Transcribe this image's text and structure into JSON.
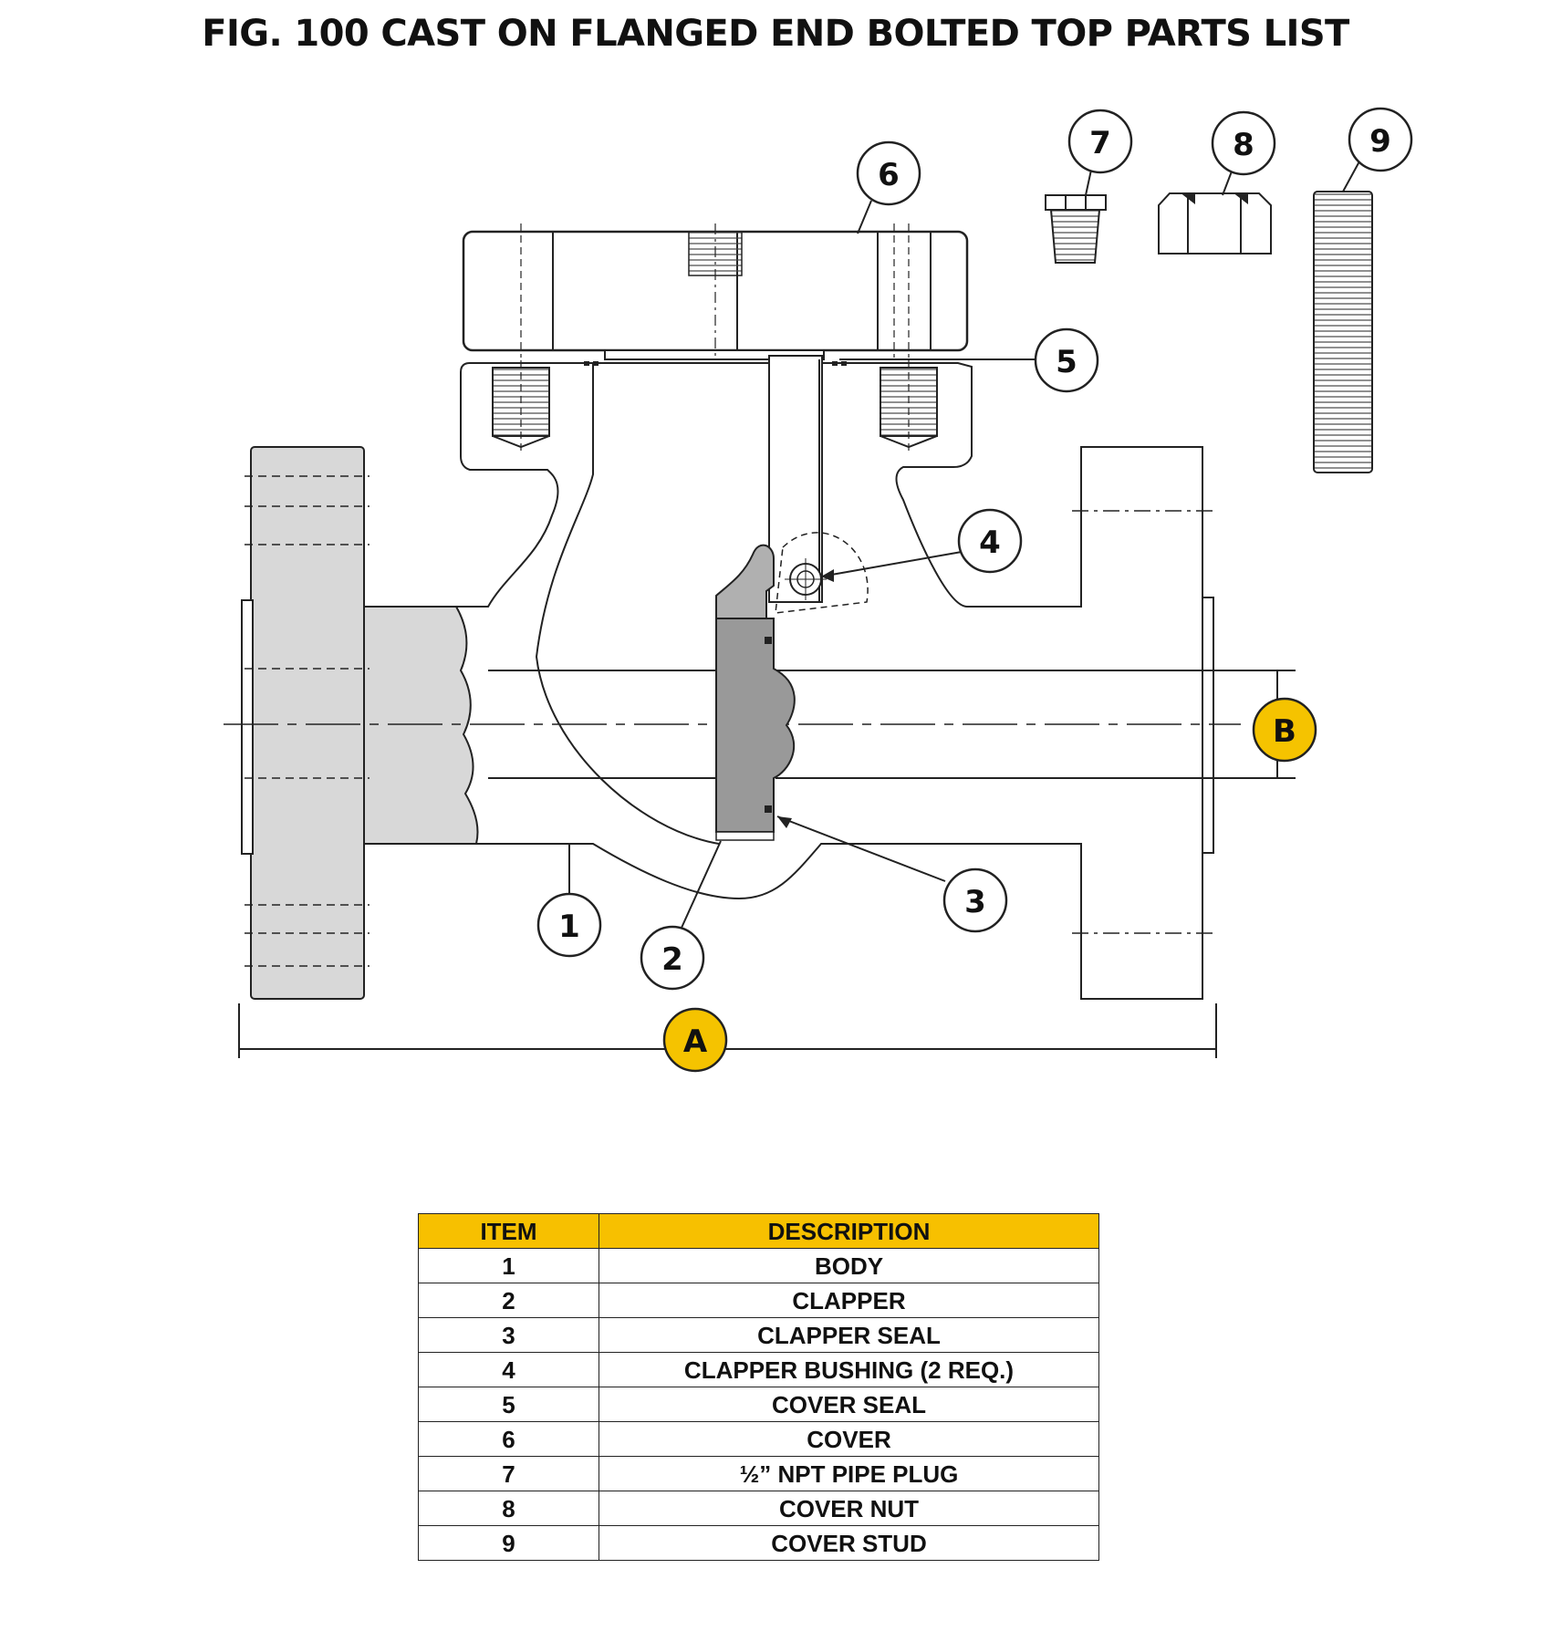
{
  "title": "FIG. 100 CAST ON FLANGED END BOLTED TOP PARTS LIST",
  "colors": {
    "accent": "#F5C300",
    "line": "#222222",
    "shade": "#d8d8d8",
    "clapper": "#999999"
  },
  "callouts": {
    "c1": "1",
    "c2": "2",
    "c3": "3",
    "c4": "4",
    "c5": "5",
    "c6": "6",
    "c7": "7",
    "c8": "8",
    "c9": "9"
  },
  "dimensions": {
    "a": "A",
    "b": "B"
  },
  "parts_table": {
    "headers": {
      "item": "ITEM",
      "description": "DESCRIPTION"
    },
    "rows": [
      {
        "item": "1",
        "description": "BODY"
      },
      {
        "item": "2",
        "description": "CLAPPER"
      },
      {
        "item": "3",
        "description": "CLAPPER SEAL"
      },
      {
        "item": "4",
        "description": "CLAPPER BUSHING (2 REQ.)"
      },
      {
        "item": "5",
        "description": "COVER SEAL"
      },
      {
        "item": "6",
        "description": "COVER"
      },
      {
        "item": "7",
        "description": "½” NPT PIPE PLUG"
      },
      {
        "item": "8",
        "description": "COVER NUT"
      },
      {
        "item": "9",
        "description": "COVER STUD"
      }
    ]
  }
}
